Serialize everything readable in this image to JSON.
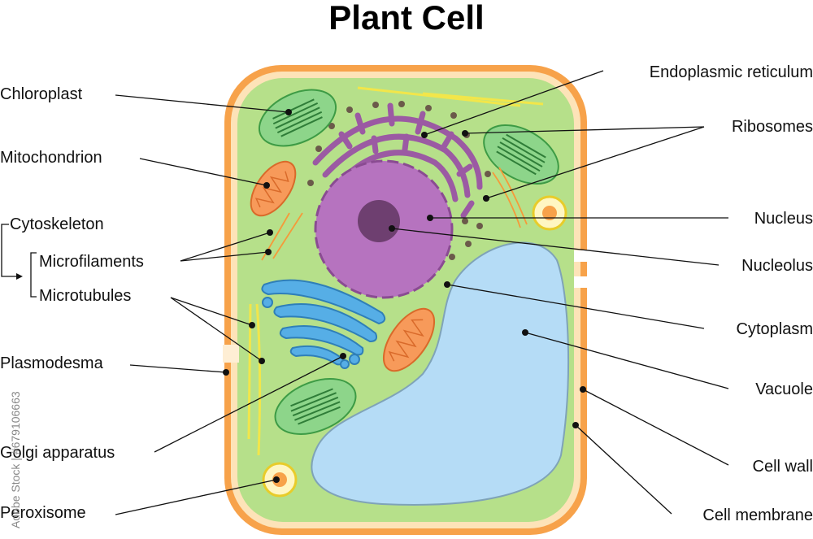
{
  "title": "Plant Cell",
  "labels": {
    "chloroplast": "Chloroplast",
    "mitochondrion": "Mitochondrion",
    "cytoskeleton": "Cytoskeleton",
    "microfilaments": "Microfilaments",
    "microtubules": "Microtubules",
    "plasmodesma": "Plasmodesma",
    "golgi_apparatus": "Golgi apparatus",
    "peroxisome": "Peroxisome",
    "endoplasmic_reticulum": "Endoplasmic reticulum",
    "ribosomes": "Ribosomes",
    "nucleus": "Nucleus",
    "nucleolus": "Nucleolus",
    "cytoplasm": "Cytoplasm",
    "vacuole": "Vacuole",
    "cell_wall": "Cell wall",
    "cell_membrane": "Cell membrane"
  },
  "watermark": "Adobe Stock | #679106663",
  "colors": {
    "cell_wall": "#f7a24a",
    "cell_membrane": "#fde3b8",
    "cytoplasm": "#b6e08a",
    "vacuole": "#b5dcf6",
    "nucleus": "#b673bf",
    "nucleolus": "#6e3f70",
    "er": "#9b5aa3",
    "golgi": "#56aee6",
    "chloroplast": "#8dd58a",
    "mitochondrion": "#f79a5a",
    "microtubule": "#f2e64a",
    "ribosome": "#6b5a4a"
  }
}
